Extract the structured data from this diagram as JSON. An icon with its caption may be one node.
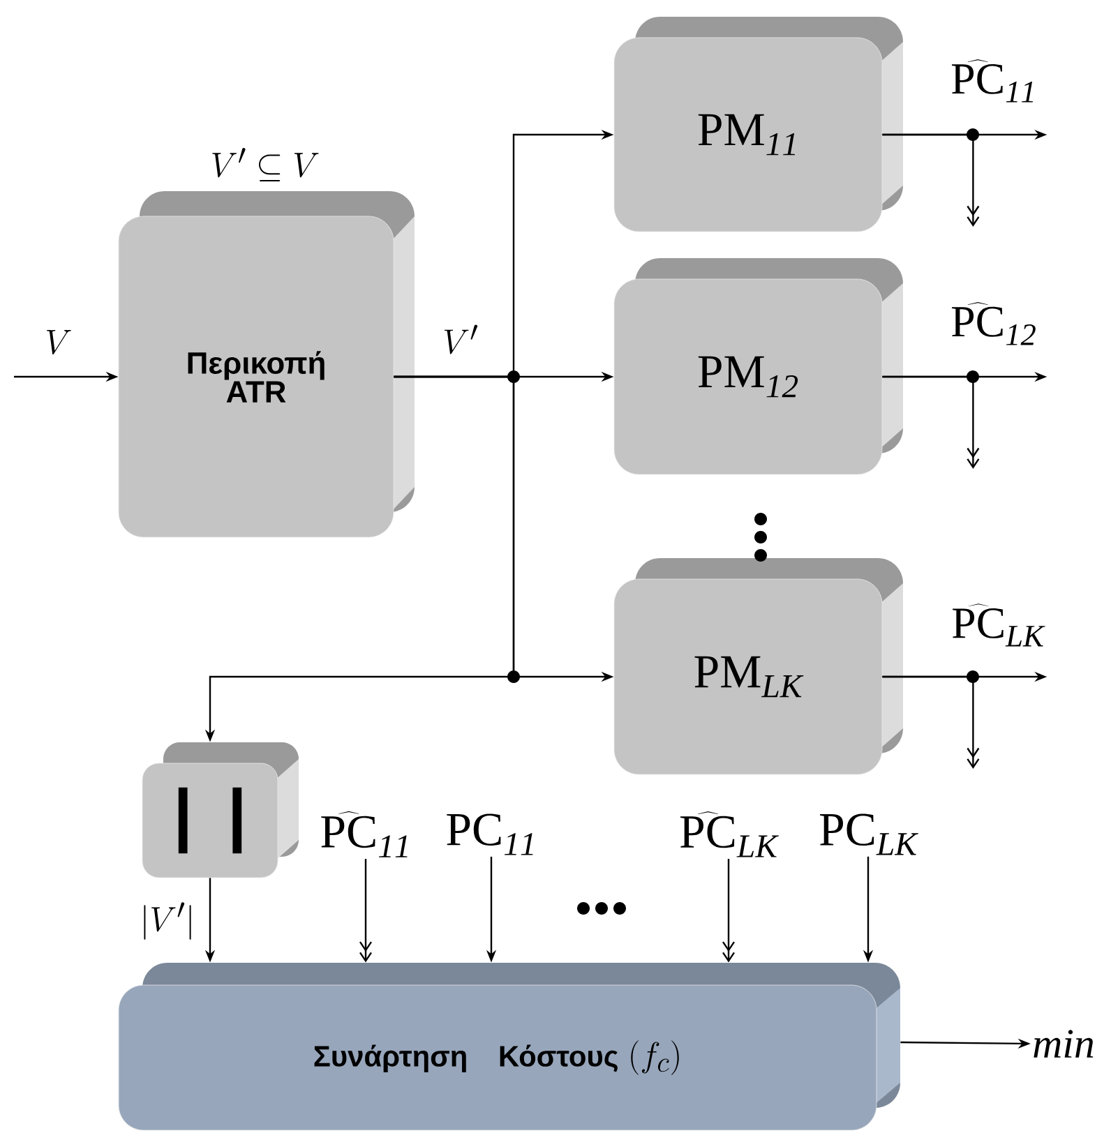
{
  "diagram": {
    "nodes": [
      {
        "text": [
          "Περικοπή ATR"
        ],
        "beside": [
          "V' \\subseteq V"
        ]
      },
      {
        "text": [
          "\\mathrm{PM}_{\\mathit{11}}"
        ]
      },
      {
        "text": [
          "\\mathrm{PM}_{\\mathit{12}}"
        ]
      },
      {
        "text": [
          "\\mathrm{PM}_{\\mathit{LK}}"
        ]
      },
      {
        "text": [
          "| |"
        ]
      },
      {
        "text": [
          "Συνάρτηση Κόστους",
          "(f_c)"
        ]
      },
      {
        "text": [
          "\\widehat{\\mathrm{PC}}_{\\mathit{11}}"
        ]
      },
      {
        "text": [
          "\\mathrm{PC}_{\\mathit{11}}"
        ]
      },
      {
        "text": [
          "\\widehat{\\mathrm{PC}}_{\\mathit{LK}}"
        ]
      },
      {
        "text": [
          "\\mathrm{PC}_{\\mathit{LK}}"
        ]
      },
      {
        "text": [
          "min"
        ]
      }
    ],
    "edges": [
      {
        "from": null,
        "to": 0,
        "arrow": "to",
        "label": "V"
      },
      {
        "from": 0,
        "to": 1,
        "arrow": "to"
      },
      {
        "from": 0,
        "to": 2,
        "arrow": "to",
        "label": "V'"
      },
      {
        "from": 0,
        "to": 3,
        "arrow": "to"
      },
      {
        "from": 0,
        "to": 4,
        "arrow": "to"
      },
      {
        "from": 1,
        "to": null,
        "arrow": "to",
        "label": "\\widehat{\\mathrm{PC}}_{\\mathit{11}}"
      },
      {
        "from": 1,
        "to": null,
        "arrow": "to"
      },
      {
        "from": 2,
        "to": null,
        "arrow": "to",
        "label": "\\widehat{\\mathrm{PC}}_{\\mathit{12}}"
      },
      {
        "from": 2,
        "to": null,
        "arrow": "to"
      },
      {
        "from": 3,
        "to": null,
        "arrow": "to",
        "label": "\\widehat{\\mathrm{PC}}_{\\mathit{LK}}"
      },
      {
        "from": 3,
        "to": null,
        "arrow": "to"
      },
      {
        "from": 4,
        "to": 5,
        "arrow": "to",
        "label": "|V'|"
      },
      {
        "from": 6,
        "to": 5,
        "arrow": "to"
      },
      {
        "from": 7,
        "to": 5,
        "arrow": "to"
      },
      {
        "from": 8,
        "to": 5,
        "arrow": "to"
      },
      {
        "from": 9,
        "to": 5,
        "arrow": "to"
      },
      {
        "from": 5,
        "to": 10,
        "arrow": "to"
      }
    ]
  }
}
